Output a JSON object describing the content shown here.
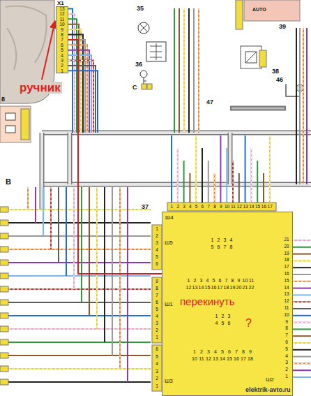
{
  "diagram": {
    "nodes": [
      {
        "text": [
          "X1"
        ]
      },
      {
        "text": [
          "37",
          "Ш4",
          "Ш5",
          "Ш1",
          "Ш3",
          "Ш2"
        ]
      }
    ],
    "edges": [
      {
        "from": 0,
        "to": 1,
        "arrow": "none"
      }
    ],
    "labels": [
      "13",
      "12",
      "11",
      "10",
      "9",
      "8",
      "7",
      "6",
      "5",
      "4",
      "3",
      "2",
      "1",
      "ручник",
      "35",
      "36",
      "С",
      "39",
      "AUTO",
      "38",
      "46",
      "47",
      "8",
      "В",
      "1",
      "2",
      "3",
      "4",
      "5",
      "6",
      "7",
      "8",
      "9",
      "10",
      "11",
      "12",
      "13",
      "14",
      "15",
      "16",
      "17",
      "1",
      "2",
      "3",
      "4",
      "5",
      "6",
      "9",
      "8",
      "7",
      "6",
      "5",
      "4",
      "3",
      "2",
      "1",
      "6",
      "5",
      "4",
      "3",
      "2",
      "1",
      "21",
      "20",
      "19",
      "18",
      "17",
      "16",
      "15",
      "14",
      "13",
      "12",
      "11",
      "10",
      "9",
      "8",
      "7",
      "6",
      "5",
      "4",
      "3",
      "2",
      "1",
      "1",
      "2",
      "3",
      "4",
      "5",
      "6",
      "7",
      "8",
      "1",
      "2",
      "3",
      "4",
      "5",
      "6",
      "7",
      "8",
      "9",
      "10",
      "11",
      "12",
      "13",
      "14",
      "15",
      "16",
      "17",
      "18",
      "19",
      "20",
      "21",
      "22",
      "1",
      "2",
      "3",
      "4",
      "5",
      "6",
      "1",
      "2",
      "3",
      "4",
      "5",
      "6",
      "7",
      "8",
      "9",
      "10",
      "11",
      "12",
      "13",
      "14",
      "15",
      "16",
      "17",
      "18",
      "перекинуть",
      "?",
      "elektrik-avto.ru"
    ]
  }
}
